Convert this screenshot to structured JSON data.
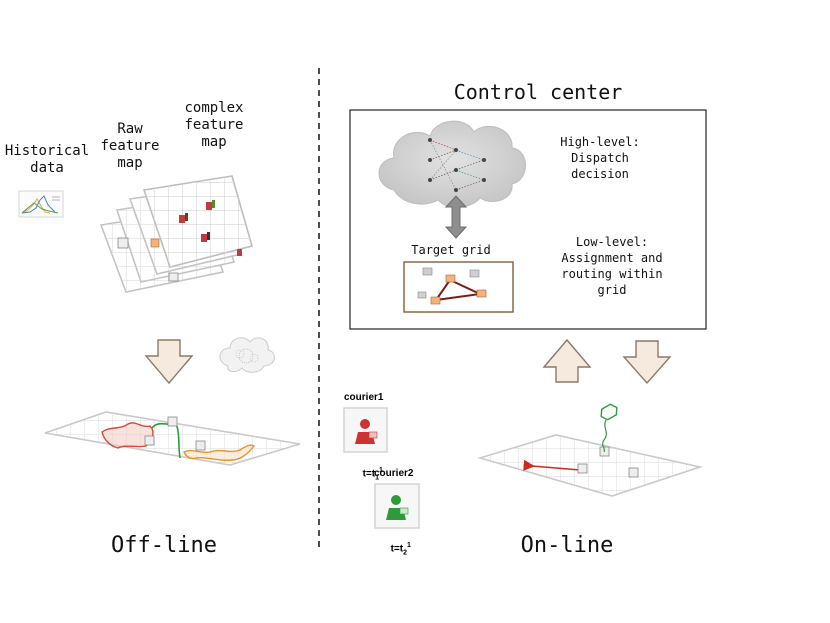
{
  "offline": {
    "historical_label": "Historical\ndata",
    "raw_label": "Raw\nfeature\nmap",
    "complex_label": "complex\nfeature\nmap",
    "title": "Off-line"
  },
  "online": {
    "control_title": "Control center",
    "high_level": "High-level:\nDispatch\ndecision",
    "target_grid": "Target grid",
    "low_level": "Low-level:\nAssignment and\nrouting within\ngrid",
    "courier1": "courier1",
    "courier2": "courier2",
    "t1": "t=t",
    "t1_sub": "1",
    "t1_sup": "1",
    "t2": "t=t",
    "t2_sub": "2",
    "t2_sup": "1",
    "title": "On-line"
  },
  "colors": {
    "arrow_fill": "#f6eadf",
    "arrow_stroke": "#8a7a66",
    "target_box": "#8a5a3a",
    "route_line": "#7a1e12",
    "courier1": "#cc3333",
    "courier2": "#2f9a3a",
    "region_red": "#d24a3a",
    "region_green": "#2e9a3e",
    "region_orange": "#e8932a"
  }
}
